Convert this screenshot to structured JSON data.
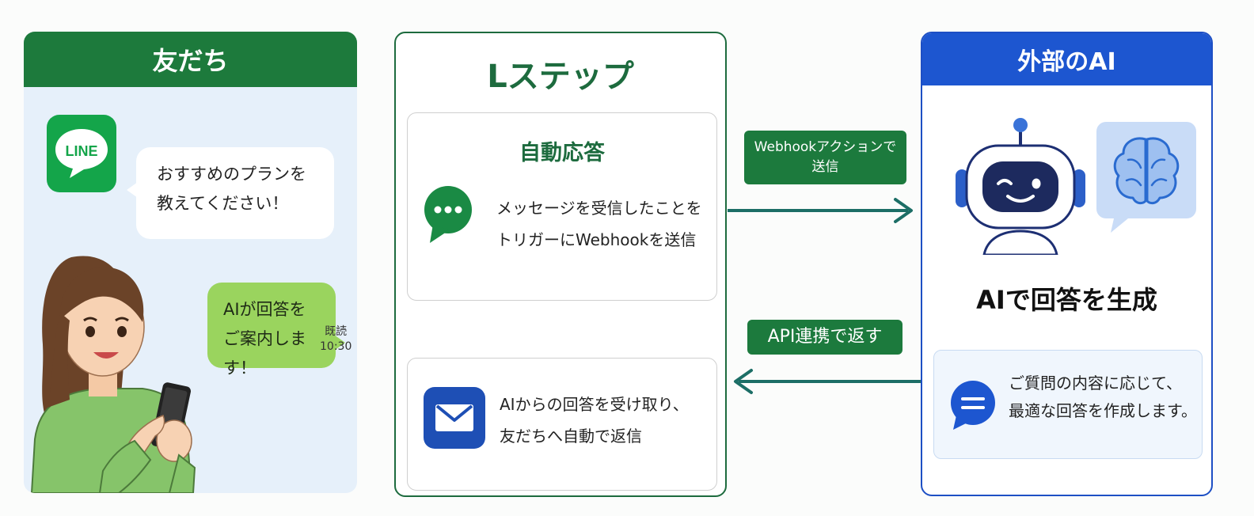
{
  "friend_panel": {
    "title": "友だち",
    "logo_text": "LINE",
    "question_lines": [
      "おすすめのプランを",
      "教えてください！"
    ],
    "answer_lines": [
      "AIが回答を",
      "ご案内します！"
    ],
    "read_label": "既読",
    "read_time": "10:30"
  },
  "lstep_panel": {
    "title": "Lステップ",
    "auto_reply": {
      "title": "自動応答",
      "lines": [
        "メッセージを受信したことを",
        "トリガーにWebhookを送信"
      ]
    },
    "reply": {
      "lines": [
        "AIからの回答を受け取り、",
        "友だちへ自動で返信"
      ]
    }
  },
  "arrows": {
    "send_label_lines": [
      "Webhookアクションで",
      "送信"
    ],
    "return_label": "API連携で返す"
  },
  "ai_panel": {
    "title": "外部のAI",
    "main_text": "AIで回答を生成",
    "desc_lines": [
      "ご質問の内容に応じて、",
      "最適な回答を作成します。"
    ]
  },
  "colors": {
    "line_green": "#1d7a3c",
    "ai_blue": "#1d56d0",
    "arrow": "#1c6e66"
  },
  "icons": [
    "line-logo-icon",
    "chat-bubble-icon",
    "mail-icon",
    "robot-icon",
    "brain-icon",
    "note-bubble-icon"
  ]
}
